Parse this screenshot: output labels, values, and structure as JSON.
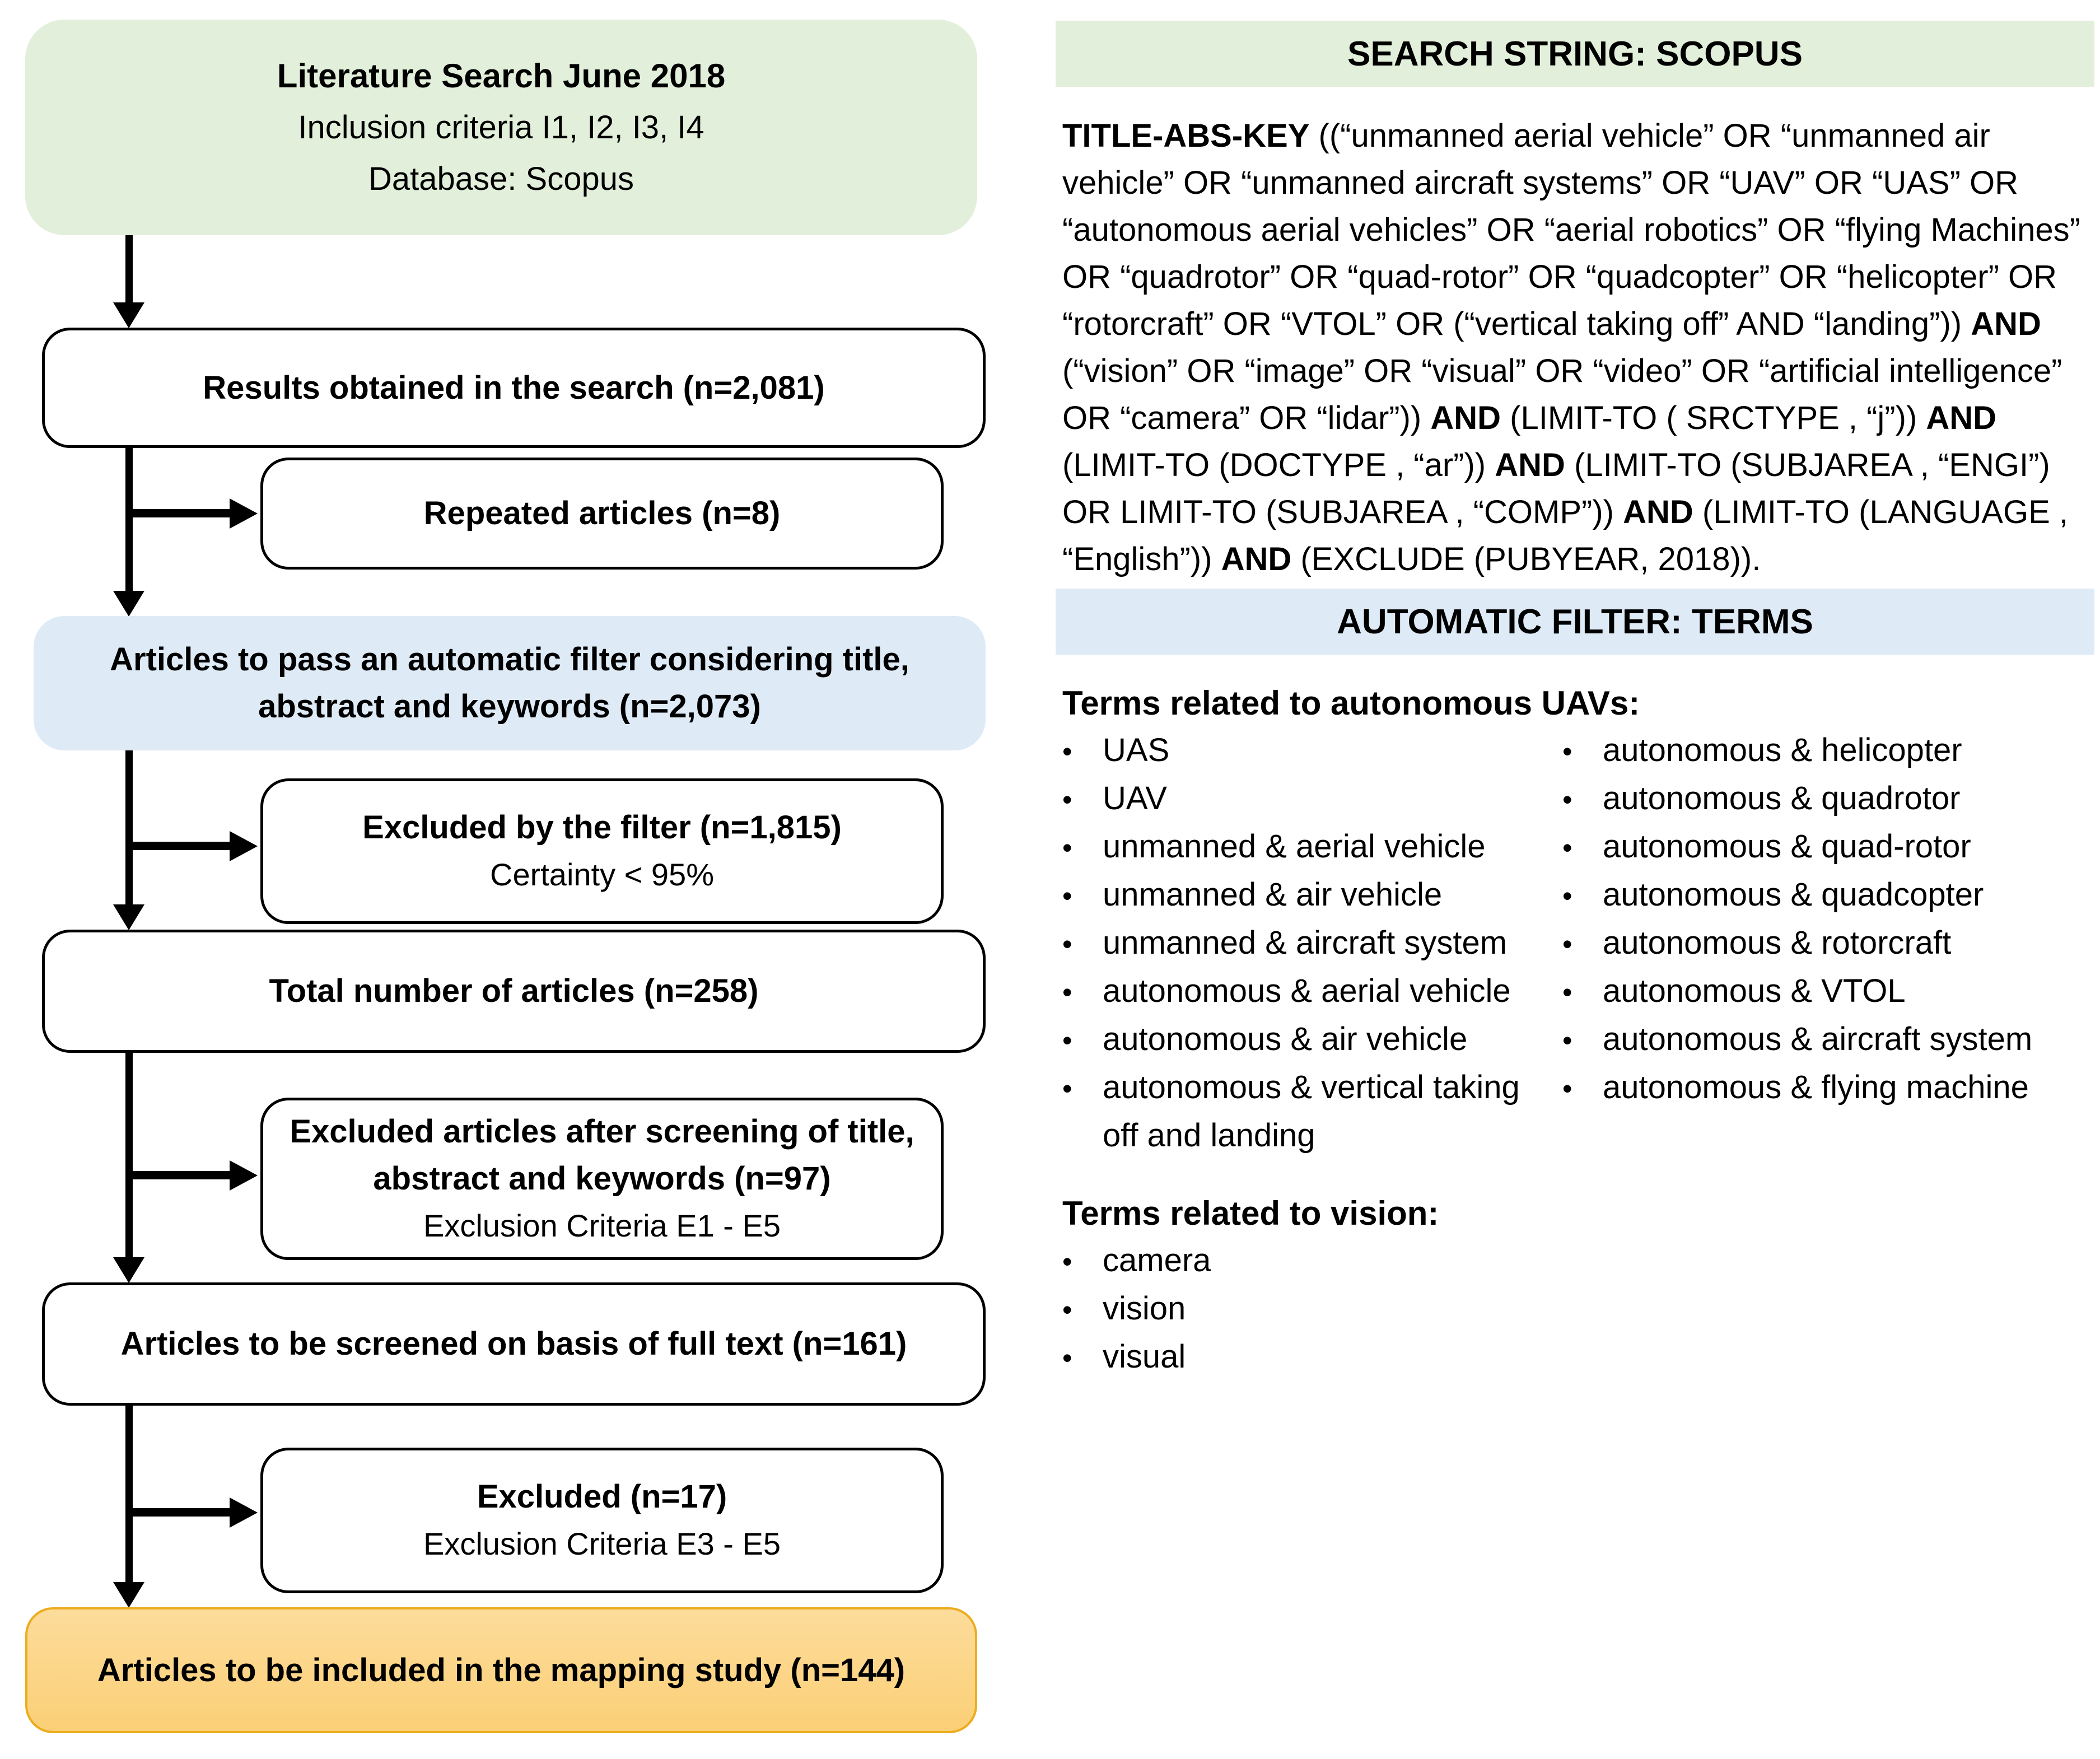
{
  "colors": {
    "accent_green": "#E2EFDA",
    "accent_blue": "#DEEBF7",
    "orange_top": "#FCDC9B",
    "orange_bottom": "#FBCF76",
    "orange_border": "#EDAC1E"
  },
  "flowchart": {
    "start": {
      "line1": "Literature Search June 2018",
      "line2": "Inclusion criteria I1, I2, I3, I4",
      "line3": "Database: Scopus"
    },
    "results": {
      "label": "Results obtained in the search (n=2,081)"
    },
    "repeated": {
      "label": "Repeated articles (n=8)"
    },
    "auto_filter": {
      "label": "Articles to pass an automatic filter considering title, abstract and keywords (n=2,073)"
    },
    "excluded_filter": {
      "label": "Excluded by the filter (n=1,815)",
      "sub": "Certainty < 95%"
    },
    "total": {
      "label": "Total number of articles (n=258)"
    },
    "excluded_screening": {
      "label": "Excluded articles after screening of title, abstract and keywords (n=97)",
      "sub": "Exclusion Criteria E1 - E5"
    },
    "fulltext": {
      "label": "Articles to be screened on basis of full text (n=161)"
    },
    "excluded_fulltext": {
      "label": "Excluded (n=17)",
      "sub": "Exclusion Criteria E3 - E5"
    },
    "included": {
      "label": "Articles to be included in the mapping study (n=144)"
    }
  },
  "search_panel": {
    "header": "SEARCH STRING: SCOPUS",
    "query_segments": [
      {
        "t": "TITLE-ABS-KEY",
        "b": true
      },
      {
        "t": " ((“unmanned aerial vehicle” OR “unmanned air vehicle” OR “unmanned aircraft systems” OR “UAV” OR “UAS” OR “autonomous aerial vehicles” OR “aerial robotics” OR “flying Machines” OR “quadrotor” OR “quad-rotor” OR “quadcopter” OR “helicopter” OR “rotorcraft” OR “VTOL” OR (“vertical taking off” AND “landing”)) ",
        "b": false
      },
      {
        "t": "AND",
        "b": true
      },
      {
        "t": " (“vision” OR “image” OR “visual” OR “video” OR “artificial intelligence” OR “camera” OR “lidar”)) ",
        "b": false
      },
      {
        "t": "AND",
        "b": true
      },
      {
        "t": " (LIMIT-TO ( SRCTYPE , “j”)) ",
        "b": false
      },
      {
        "t": "AND",
        "b": true
      },
      {
        "t": " (LIMIT-TO (DOCTYPE , “ar”)) ",
        "b": false
      },
      {
        "t": "AND",
        "b": true
      },
      {
        "t": " (LIMIT-TO (SUBJAREA , “ENGI”) OR LIMIT-TO (SUBJAREA , “COMP”)) ",
        "b": false
      },
      {
        "t": "AND",
        "b": true
      },
      {
        "t": " (LIMIT-TO (LANGUAGE , “English”)) ",
        "b": false
      },
      {
        "t": "AND",
        "b": true
      },
      {
        "t": " (EXCLUDE (PUBYEAR, 2018)).",
        "b": false
      }
    ]
  },
  "filter_panel": {
    "header": "AUTOMATIC FILTER: TERMS",
    "uav_heading": "Terms related to autonomous UAVs:",
    "uav_terms_left": [
      "UAS",
      "UAV",
      "unmanned & aerial vehicle",
      "unmanned & air vehicle",
      "unmanned & aircraft system",
      "autonomous & aerial vehicle",
      "autonomous & air vehicle",
      "autonomous & vertical taking off and landing"
    ],
    "uav_terms_right": [
      "autonomous & helicopter",
      "autonomous & quadrotor",
      "autonomous & quad-rotor",
      "autonomous & quadcopter",
      "autonomous & rotorcraft",
      "autonomous & VTOL",
      "autonomous & aircraft system",
      "autonomous & flying machine"
    ],
    "vision_heading": "Terms related to vision:",
    "vision_terms": [
      "camera",
      "vision",
      "visual"
    ]
  }
}
